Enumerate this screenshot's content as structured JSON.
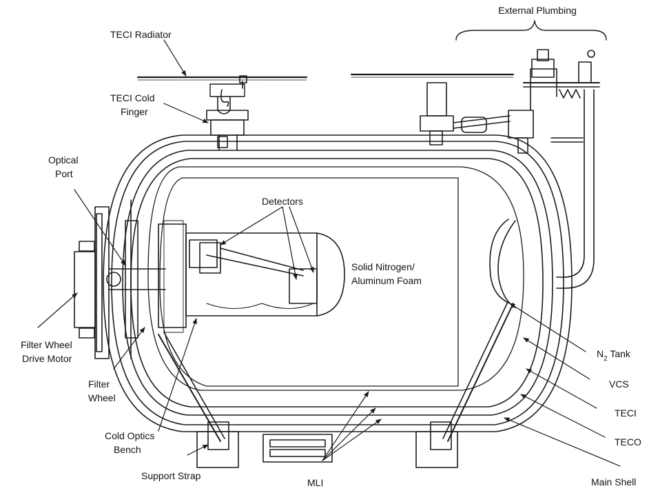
{
  "colors": {
    "ink": "#1a1a1a",
    "background": "#ffffff"
  },
  "labels": {
    "external_plumbing": "External Plumbing",
    "teci_radiator": "TECI Radiator",
    "teci_cold_finger_1": "TECI Cold",
    "teci_cold_finger_2": "Finger",
    "optical_port_1": "Optical",
    "optical_port_2": "Port",
    "detectors": "Detectors",
    "solid_nitrogen_1": "Solid Nitrogen/",
    "solid_nitrogen_2": "Aluminum Foam",
    "filter_wheel_drive_motor_1": "Filter Wheel",
    "filter_wheel_drive_motor_2": "Drive Motor",
    "filter_wheel_1": "Filter",
    "filter_wheel_2": "Wheel",
    "cold_optics_bench_1": "Cold Optics",
    "cold_optics_bench_2": "Bench",
    "support_strap": "Support Strap",
    "mli": "MLI",
    "n2_tank_main": "N",
    "n2_tank_sub": "2",
    "n2_tank_tail": " Tank",
    "vcs": "VCS",
    "teci": "TECI",
    "teco": "TECO",
    "main_shell": "Main Shell"
  }
}
